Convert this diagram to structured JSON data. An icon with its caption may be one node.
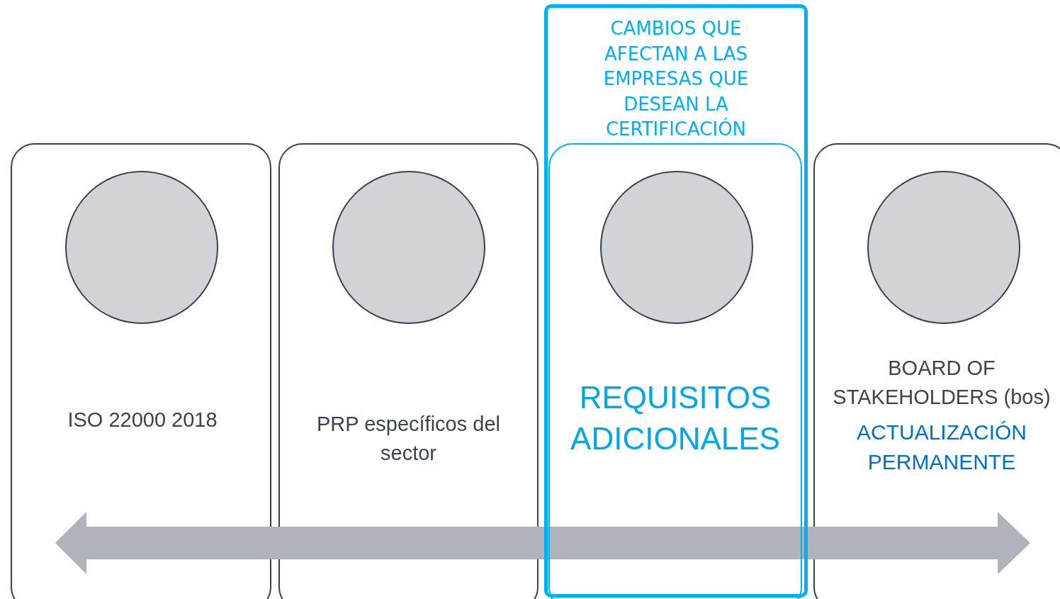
{
  "diagram": {
    "nodes": [
      {
        "text": [
          "ISO 22000 2018"
        ]
      },
      {
        "text": [],
        "shape": "circle",
        "in": 0
      },
      {
        "text": [
          "PRP específicos del sector"
        ]
      },
      {
        "text": [],
        "shape": "circle",
        "in": 2
      },
      {
        "text": [
          "CAMBIOS QUE AFECTAN A LAS EMPRESAS QUE DESEAN LA CERTIFICACIÓN"
        ]
      },
      {
        "text": [
          "REQUISITOS ADICIONALES"
        ],
        "in": 4
      },
      {
        "text": [],
        "shape": "circle",
        "in": 5
      },
      {
        "text": [
          "BOARD OF STAKEHOLDERS (bos)",
          "ACTUALIZACIÓN PERMANENTE"
        ]
      },
      {
        "text": [],
        "shape": "circle",
        "in": 7
      }
    ]
  }
}
